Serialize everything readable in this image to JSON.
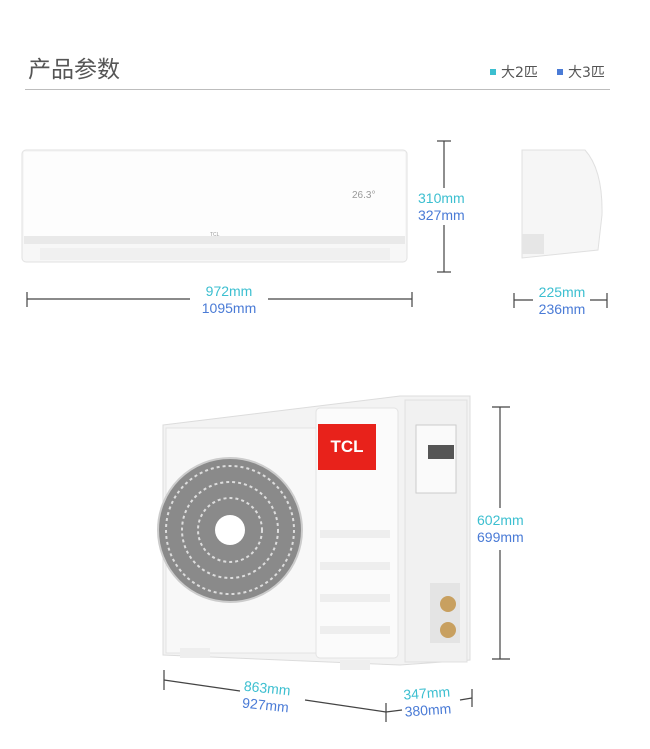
{
  "header": {
    "title": "产品参数"
  },
  "legend": [
    {
      "label": "大2匹",
      "color": "#3cbfd0"
    },
    {
      "label": "大3匹",
      "color": "#4a7bd6"
    }
  ],
  "indoor": {
    "display": "26.3°",
    "brand": "TCL",
    "height": [
      "310mm",
      "327mm"
    ],
    "width": [
      "972mm",
      "1095mm"
    ],
    "depth": [
      "225mm",
      "236mm"
    ]
  },
  "outdoor": {
    "brand": "TCL",
    "height": [
      "602mm",
      "699mm"
    ],
    "width": [
      "863mm",
      "927mm"
    ],
    "depth": [
      "347mm",
      "380mm"
    ]
  }
}
